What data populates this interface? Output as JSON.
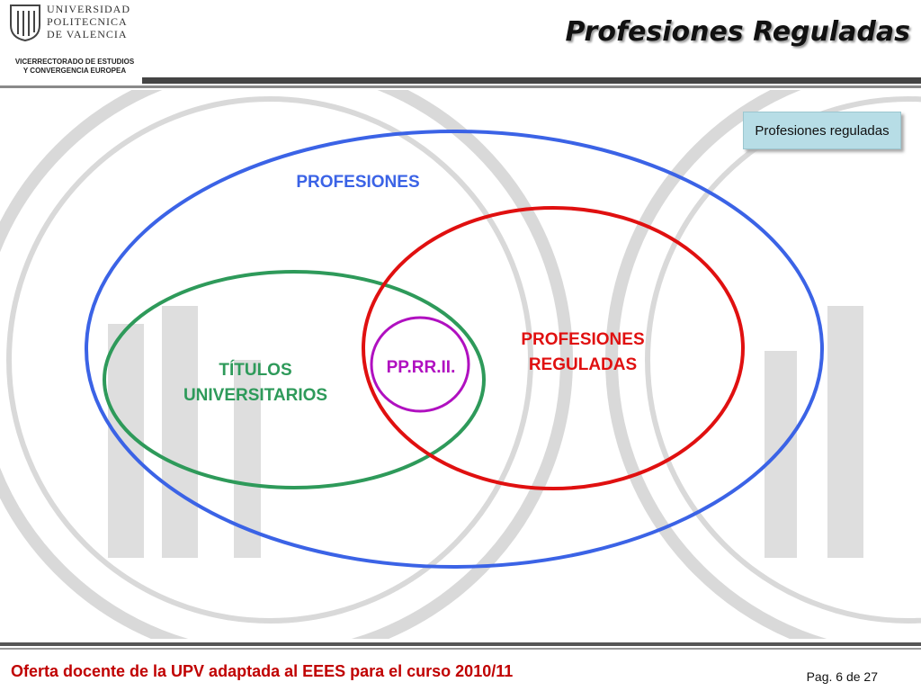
{
  "header": {
    "logo_lines": [
      "UNIVERSIDAD",
      "POLITECNICA",
      "DE  VALENCIA"
    ],
    "vicerrectorado_lines": [
      "VICERRECTORADO DE ESTUDIOS",
      "Y CONVERGENCIA EUROPEA"
    ],
    "title": "Profesiones Reguladas"
  },
  "tag": {
    "label": "Profesiones reguladas"
  },
  "diagram": {
    "sets": [
      {
        "id": "profesiones",
        "label": "PROFESIONES",
        "color": "#3b63e6"
      },
      {
        "id": "titulos",
        "label_lines": [
          "TÍTULOS",
          "UNIVERSITARIOS"
        ],
        "color": "#2e9a5a"
      },
      {
        "id": "reguladas",
        "label_lines": [
          "PROFESIONES",
          "REGULADAS"
        ],
        "color": "#e01010"
      },
      {
        "id": "pprrii",
        "label": "PP.RR.II.",
        "color": "#b010c0"
      }
    ]
  },
  "footer": {
    "text": "Oferta docente de la UPV adaptada al EEES para el curso 2010/11",
    "page": "Pag. 6 de 27"
  }
}
